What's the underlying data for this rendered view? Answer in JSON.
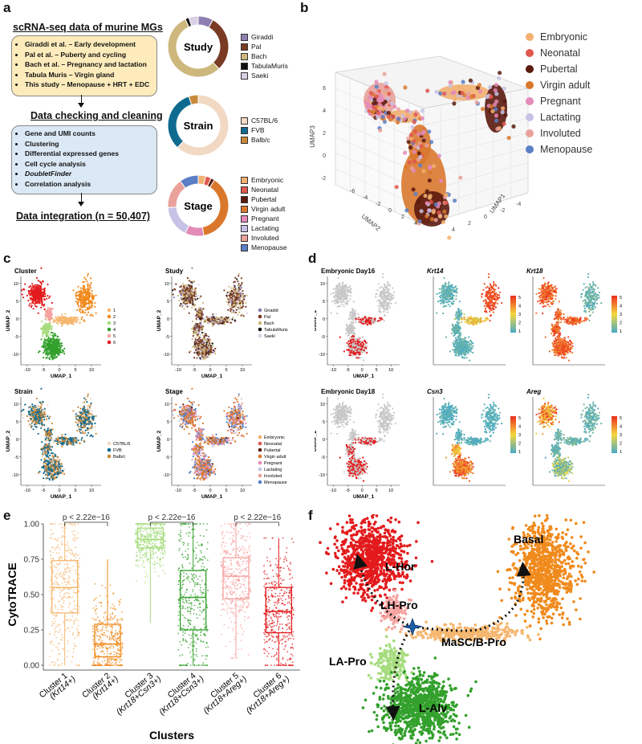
{
  "panels": {
    "a": "a",
    "b": "b",
    "c": "c",
    "d": "d",
    "e": "e",
    "f": "f"
  },
  "panel_a": {
    "title1": "scRNA-seq data of murine MGs",
    "studies": [
      "Giraddi et al. – Early development",
      "Pal et al. – Puberty and cycling",
      "Bach et al. – Pregnancy and lactation",
      "Tabula Muris – Virgin gland",
      "This study – Menopause + HRT + EDC"
    ],
    "title2": "Data checking and cleaning",
    "steps": [
      "Gene and UMI counts",
      "Clustering",
      "Differential expressed genes",
      "Cell cycle analysis",
      "DoubletFinder",
      "Correlation analysis"
    ],
    "title3": "Data integration (n = 50,407)",
    "donuts": [
      {
        "label": "Study",
        "legend": [
          "Giraddi",
          "Pal",
          "Bach",
          "TabulaMuris",
          "Saeki"
        ],
        "colors": [
          "#8e7fb0",
          "#7a3b24",
          "#cdb77c",
          "#111111",
          "#d9d0e6"
        ],
        "fractions": [
          0.08,
          0.3,
          0.55,
          0.02,
          0.05
        ]
      },
      {
        "label": "Strain",
        "legend": [
          "C57BL/6",
          "FVB",
          "Balb/c"
        ],
        "colors": [
          "#f2d9c4",
          "#0f6a8f",
          "#c8893a"
        ],
        "fractions": [
          0.62,
          0.33,
          0.05
        ]
      },
      {
        "label": "Stage",
        "legend": [
          "Embryonic",
          "Neonatal",
          "Pubertal",
          "Virgin adult",
          "Pregnant",
          "Lactating",
          "Involuted",
          "Menopause"
        ],
        "colors": [
          "#f2b070",
          "#e0574f",
          "#5a1a0e",
          "#d9782d",
          "#e38ab8",
          "#c7c3e6",
          "#e9a19a",
          "#5a7fc4"
        ],
        "fractions": [
          0.04,
          0.03,
          0.02,
          0.38,
          0.1,
          0.17,
          0.16,
          0.1
        ]
      }
    ]
  },
  "panel_b": {
    "legend": [
      {
        "name": "Embryonic",
        "color": "#f2b070"
      },
      {
        "name": "Neonatal",
        "color": "#e0574f"
      },
      {
        "name": "Pubertal",
        "color": "#5a1a0e"
      },
      {
        "name": "Virgin adult",
        "color": "#d9782d"
      },
      {
        "name": "Pregnant",
        "color": "#e38ab8"
      },
      {
        "name": "Lactating",
        "color": "#c7c3e6"
      },
      {
        "name": "Involuted",
        "color": "#e9a19a"
      },
      {
        "name": "Menopause",
        "color": "#5a7fc4"
      }
    ],
    "axes": {
      "z": "UMAP3",
      "y": "UMAP2",
      "x": "UMAP1"
    },
    "z_ticks": [
      "6",
      "4",
      "2",
      "0",
      "-2"
    ],
    "y_ticks": [
      "-6",
      "-4",
      "-2",
      "0",
      "2",
      "4"
    ],
    "x_ticks": [
      "4",
      "2",
      "0",
      "-2",
      "-4"
    ]
  },
  "panel_c": {
    "titles": [
      "Cluster",
      "Study",
      "Strain",
      "Stage"
    ],
    "xlabel": "UMAP_1",
    "ylabel": "UMAP_2",
    "x_ticks": [
      "-10",
      "-5",
      "0",
      "5",
      "10"
    ],
    "y_ticks": [
      "10",
      "5",
      "0",
      "-5",
      "-10"
    ],
    "cluster_legend": {
      "names": [
        "1",
        "2",
        "3",
        "4",
        "5",
        "6"
      ],
      "colors": [
        "#f5b770",
        "#f08a1c",
        "#a6dc7e",
        "#33a02c",
        "#f5a3a0",
        "#e31a1c"
      ]
    },
    "study_legend": {
      "names": [
        "Giraddi",
        "Pal",
        "Bach",
        "TabulaMuris",
        "Saeki"
      ],
      "colors": [
        "#8e7fb0",
        "#7a3b24",
        "#cdb77c",
        "#111111",
        "#d9d0e6"
      ]
    },
    "strain_legend": {
      "names": [
        "C57BL/6",
        "FVB",
        "Balb/c"
      ],
      "colors": [
        "#f2d9c4",
        "#0f6a8f",
        "#c8893a"
      ]
    },
    "stage_legend": {
      "names": [
        "Embryonic",
        "Neonatal",
        "Pubertal",
        "Virgin adult",
        "Pregnant",
        "Lactating",
        "Involuted",
        "Menopause"
      ],
      "colors": [
        "#f2b070",
        "#e0574f",
        "#5a1a0e",
        "#d9782d",
        "#e38ab8",
        "#c7c3e6",
        "#e9a19a",
        "#5a7fc4"
      ]
    }
  },
  "panel_d": {
    "titles": [
      "Embryonic Day16",
      "Krt14",
      "Krt18",
      "Embryonic Day18",
      "Csn3",
      "Areg"
    ],
    "xlabel": "UMAP_1",
    "ylabel": "UMAP_2",
    "colorbar_ticks": [
      "5",
      "4",
      "3",
      "2",
      "1"
    ]
  },
  "chart_data": {
    "type": "box",
    "title": "",
    "xlabel": "Clusters",
    "ylabel": "CytoTRACE",
    "ylim": [
      0,
      1.0
    ],
    "y_ticks": [
      "1.00",
      "0.75",
      "0.50",
      "0.25",
      "0.00"
    ],
    "categories": [
      "Cluster 1",
      "Cluster 2",
      "Cluster 3",
      "Cluster 4",
      "Cluster 5",
      "Cluster 6"
    ],
    "sublabels": [
      "(Krt14+)",
      "(Krt14+)",
      "(Krt18+Csn3+)",
      "(Krt18+Csn3+)",
      "(Krt18+Areg+)",
      "(Krt18+Areg+)"
    ],
    "colors": [
      "#f5b770",
      "#f08a1c",
      "#a6dc7e",
      "#33a02c",
      "#f5a3a0",
      "#e31a1c"
    ],
    "boxes": [
      {
        "q1": 0.37,
        "median": 0.55,
        "q3": 0.74,
        "min": 0.0,
        "max": 1.0
      },
      {
        "q1": 0.06,
        "median": 0.15,
        "q3": 0.29,
        "min": 0.0,
        "max": 0.75
      },
      {
        "q1": 0.83,
        "median": 0.89,
        "q3": 0.97,
        "min": 0.3,
        "max": 1.0
      },
      {
        "q1": 0.25,
        "median": 0.48,
        "q3": 0.67,
        "min": 0.0,
        "max": 1.0
      },
      {
        "q1": 0.47,
        "median": 0.63,
        "q3": 0.76,
        "min": 0.05,
        "max": 1.0
      },
      {
        "q1": 0.23,
        "median": 0.38,
        "q3": 0.55,
        "min": 0.0,
        "max": 0.9
      }
    ],
    "annotations": [
      "p < 2.22e−16",
      "p < 2.22e−16",
      "p < 2.22e−16"
    ]
  },
  "panel_f": {
    "labels": [
      "L-Hor",
      "Basal",
      "LH-Pro",
      "LA-Pro",
      "MaSC/B-Pro",
      "L-Alv"
    ]
  }
}
